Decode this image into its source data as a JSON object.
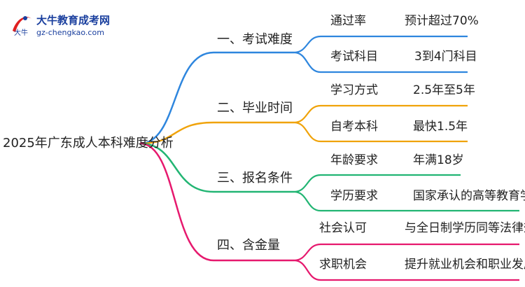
{
  "logo": {
    "title": "大牛教育成考网",
    "url": "gz-chengkao.com",
    "mark": "大牛"
  },
  "root": "2025年广东成人本科难度分析",
  "branches": [
    {
      "label": "一、考试难度",
      "color": "#2e86de",
      "leaves": [
        {
          "label": "通过率",
          "value": "预计超过70%"
        },
        {
          "label": "考试科目",
          "value": "3到4门科目"
        }
      ]
    },
    {
      "label": "二、毕业时间",
      "color": "#f0a30a",
      "leaves": [
        {
          "label": "学习方式",
          "value": "2.5年至5年"
        },
        {
          "label": "自考本科",
          "value": "最快1.5年"
        }
      ]
    },
    {
      "label": "三、报名条件",
      "color": "#22b573",
      "leaves": [
        {
          "label": "年龄要求",
          "value": "年满18岁"
        },
        {
          "label": "学历要求",
          "value": "国家承认的高等教育学历"
        }
      ]
    },
    {
      "label": "四、含金量",
      "color": "#e6196e",
      "leaves": [
        {
          "label": "社会认可",
          "value": "与全日制学历同等法律效力"
        },
        {
          "label": "求职机会",
          "value": "提升就业机会和职业发展"
        }
      ]
    }
  ]
}
